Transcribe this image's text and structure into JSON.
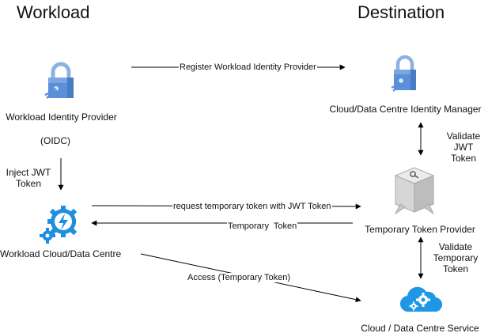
{
  "headings": {
    "left": "Workload",
    "right": "Destination"
  },
  "nodes": {
    "workload_idp": {
      "name": "Workload Identity Provider",
      "sub": "(OIDC)",
      "icon": "padlock-key-icon"
    },
    "identity_manager": {
      "name": "Cloud/Data Centre Identity Manager",
      "icon": "padlock-key-icon"
    },
    "workload_cloud": {
      "name": "Workload Cloud/Data Centre",
      "icon": "gears-lightning-icon"
    },
    "token_provider": {
      "name": "Temporary Token Provider",
      "icon": "key-box-icon"
    },
    "dest_service": {
      "name": "Cloud / Data Centre Service",
      "icon": "cloud-gears-icon"
    }
  },
  "edges": {
    "register": "Register Workload Identity Provider",
    "inject_line1": "Inject JWT",
    "inject_line2": "Token",
    "validate_jwt_line1": "Validate",
    "validate_jwt_line2": "JWT",
    "validate_jwt_line3": "Token",
    "request": "request temporary token with JWT Token",
    "temporary": "Temporary  Token",
    "validate_temp_line1": "Validate",
    "validate_temp_line2": "Temporary",
    "validate_temp_line3": "Token",
    "access": "Access (Temporary Token)"
  },
  "colors": {
    "padlock_blue": "#5b8fd9",
    "gear_blue": "#1e8fe0",
    "cloud_blue": "#1f97e6",
    "box_grey": "#d6d6d6",
    "line": "#000000"
  }
}
